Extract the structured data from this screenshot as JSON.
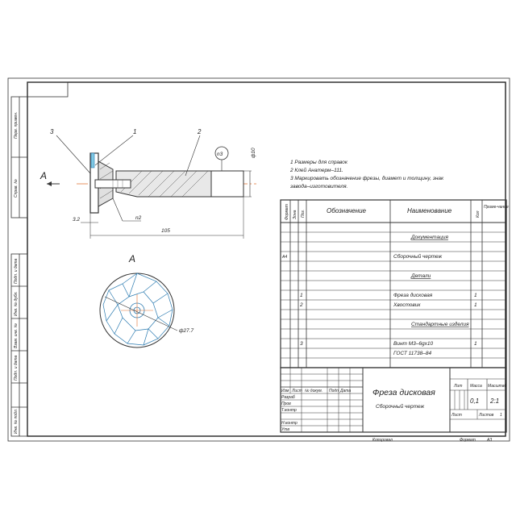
{
  "drawing": {
    "view_label": "A",
    "view_arrow_label": "A",
    "callouts": [
      "1",
      "2",
      "3"
    ],
    "roughness": "n3",
    "dims": {
      "diameter_shaft": "ф10",
      "length_total": "105",
      "offset": "3.2",
      "weld": "n2",
      "diameter_cutter": "ф27.7"
    }
  },
  "notes": [
    "1 Размеры для справок",
    "2 Клей Анатерм–111.",
    "3 Маркировать обозначение фрезы, диамет и толщину, знак",
    "завода–изготовителя."
  ],
  "spec": {
    "headers": {
      "format": "Формат",
      "zone": "Зона",
      "pos": "Поз.",
      "designation": "Обозначение",
      "name": "Наименование",
      "qty": "Кол",
      "note": "Приме-чание"
    },
    "rows": [
      {
        "format": "",
        "pos": "",
        "name": "Документация",
        "qty": "",
        "section": true
      },
      {
        "format": "A4",
        "pos": "",
        "name": "Сборочный чертеж",
        "qty": "",
        "section": false
      },
      {
        "format": "",
        "pos": "",
        "name": "Детали",
        "qty": "",
        "section": true
      },
      {
        "format": "",
        "pos": "1",
        "name": "Фреза дисковая",
        "qty": "1",
        "section": false
      },
      {
        "format": "",
        "pos": "2",
        "name": "Хвостовик",
        "qty": "1",
        "section": false
      },
      {
        "format": "",
        "pos": "",
        "name": "Стандартные изделия",
        "qty": "",
        "section": true
      },
      {
        "format": "",
        "pos": "3",
        "name": "Винт М3–6gх10",
        "qty": "1",
        "section": false
      },
      {
        "format": "",
        "pos": "",
        "name": "ГОСТ 11738–84",
        "qty": "",
        "section": false
      }
    ]
  },
  "titleblock": {
    "name": "Фреза дисковая",
    "doc_type": "Сборочный чертеж",
    "lit": "Лит",
    "mass": "Масса",
    "scale": "Масштаб",
    "mass_value": "0,1",
    "scale_value": "2:1",
    "sheet": "Лист",
    "sheets": "Листов",
    "sheets_value": "1",
    "rev_headers": [
      "Изм",
      "Лист",
      "№ докум.",
      "Подп",
      "Дата"
    ],
    "roles": [
      "Разраб",
      "Пров",
      "Т.контр",
      "",
      "Н.контр",
      "Утв"
    ],
    "copied": "Копировал",
    "format": "Формат",
    "format_value": "А3"
  },
  "side_labels": [
    "Перв. примен.",
    "Справ. №",
    "Подп. и дата",
    "Инв. № дубл.",
    "Взам. инв. №",
    "Подп. и дата",
    "Инв. № подл."
  ]
}
